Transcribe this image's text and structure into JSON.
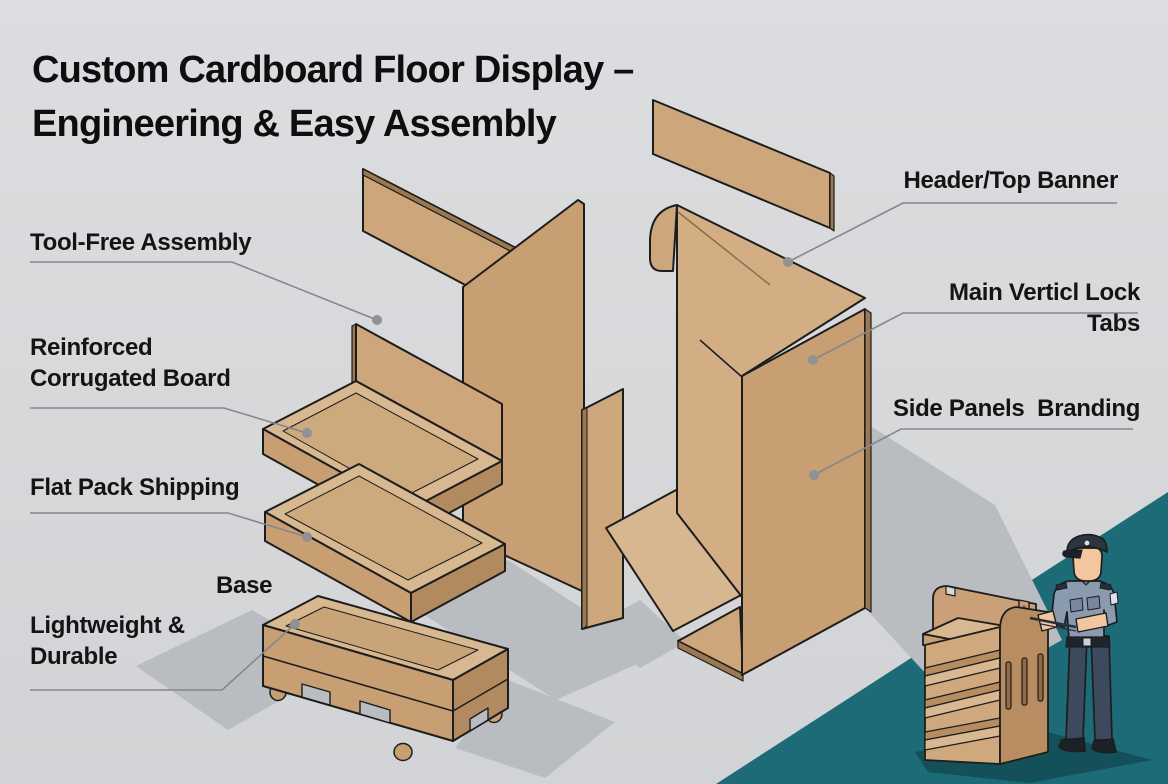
{
  "title": {
    "line1": "Custom Cardboard Floor Display –",
    "line2": "Engineering & Easy Assembly"
  },
  "callouts": {
    "tool_free": {
      "label": "Tool-Free Assembly"
    },
    "reinforced": {
      "label": "Reinforced Corrugated Board"
    },
    "flat_pack": {
      "label": "Flat Pack Shipping"
    },
    "base": {
      "label": "Base"
    },
    "lightweight": {
      "label": "Lightweight & Durable"
    },
    "header_banner": {
      "label": "Header/Top Banner"
    },
    "lock_tabs": {
      "label": "Main Verticl Lock Tabs"
    },
    "side_panels": {
      "label": "Side Panels  Branding"
    }
  },
  "colors": {
    "background": "#d8d9db",
    "cardboard": "#c89e73",
    "cardboard_light": "#d8b890",
    "cardboard_dark": "#b28a5f",
    "outline": "#1d1d1d",
    "ground_shadow": "#b9bcc1",
    "teal_accent": "#1d6b77",
    "leader_line": "#85878b"
  },
  "illustrations": {
    "exploded_view": [
      "front-banner-panel",
      "back-panel",
      "upper-shelf-tray",
      "lower-shelf-tray",
      "base-tray-with-casters",
      "lock-tab-strip",
      "header-banner-panel",
      "curved-top-flap",
      "main-wrap-panel",
      "side-panel",
      "interior-floor",
      "base-flap"
    ],
    "vignette": [
      "assembled-floor-display",
      "security-guard-figure"
    ]
  }
}
